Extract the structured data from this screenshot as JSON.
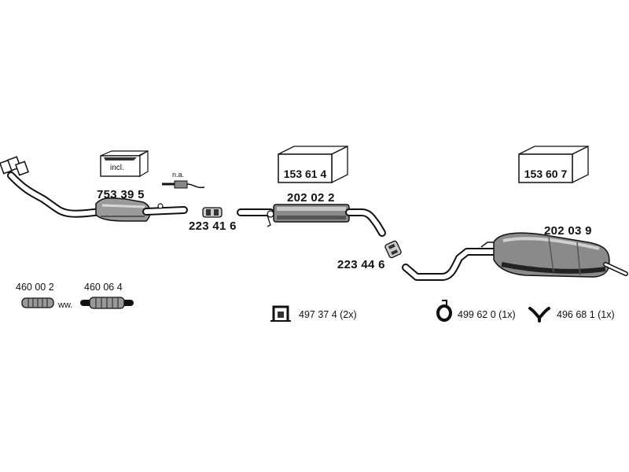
{
  "parts": {
    "front_pipe": {
      "label": "753 39 5",
      "incl": "incl.",
      "sensor_note": "n.a."
    },
    "clamp_front": {
      "label": "223 41 6"
    },
    "box_front": {
      "label": "153 61 4"
    },
    "middle_silencer": {
      "label": "202 02 2"
    },
    "clamp_middle": {
      "label": "223 44 6"
    },
    "box_rear": {
      "label": "153 60 7"
    },
    "rear_silencer": {
      "label": "202 03 9"
    },
    "flex_1": {
      "label": "460 00 2"
    },
    "flex_2": {
      "label": "460 06 4"
    },
    "alt_text": "ww."
  },
  "fittings": [
    {
      "label": "497 37 4 (2x)",
      "icon": "mount-bracket-icon"
    },
    {
      "label": "499 62 0 (1x)",
      "icon": "rubber-ring-icon"
    },
    {
      "label": "496 68 1 (1x)",
      "icon": "y-hanger-icon"
    }
  ]
}
